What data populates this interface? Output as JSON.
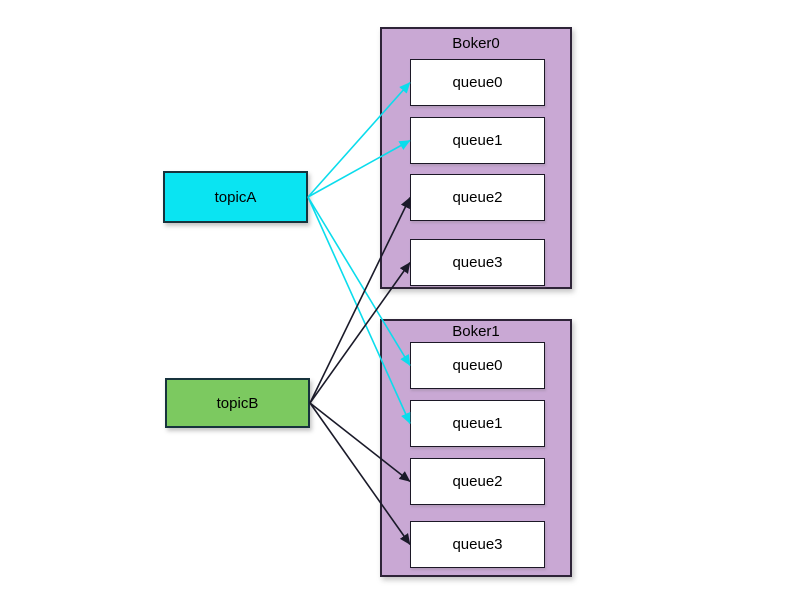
{
  "diagram": {
    "background": "#ffffff",
    "topics": [
      {
        "id": "topicA",
        "label": "topicA",
        "fill": "#0ae4f2",
        "arrow_color": "#0bdcec"
      },
      {
        "id": "topicB",
        "label": "topicB",
        "fill": "#7cc960",
        "arrow_color": "#1a1a29"
      }
    ],
    "brokers": [
      {
        "id": "broker0",
        "label": "Boker0",
        "fill": "#c9a8d4",
        "queues": [
          {
            "id": "broker0-queue0",
            "label": "queue0"
          },
          {
            "id": "broker0-queue1",
            "label": "queue1"
          },
          {
            "id": "broker0-queue2",
            "label": "queue2"
          },
          {
            "id": "broker0-queue3",
            "label": "queue3"
          }
        ]
      },
      {
        "id": "broker1",
        "label": "Boker1",
        "fill": "#c9a8d4",
        "queues": [
          {
            "id": "broker1-queue0",
            "label": "queue0"
          },
          {
            "id": "broker1-queue1",
            "label": "queue1"
          },
          {
            "id": "broker1-queue2",
            "label": "queue2"
          },
          {
            "id": "broker1-queue3",
            "label": "queue3"
          }
        ]
      }
    ],
    "edges": [
      {
        "from": "topicA",
        "to": "broker0-queue0"
      },
      {
        "from": "topicA",
        "to": "broker0-queue1"
      },
      {
        "from": "topicA",
        "to": "broker1-queue0"
      },
      {
        "from": "topicA",
        "to": "broker1-queue1"
      },
      {
        "from": "topicB",
        "to": "broker0-queue2"
      },
      {
        "from": "topicB",
        "to": "broker0-queue3"
      },
      {
        "from": "topicB",
        "to": "broker1-queue2"
      },
      {
        "from": "topicB",
        "to": "broker1-queue3"
      }
    ]
  }
}
